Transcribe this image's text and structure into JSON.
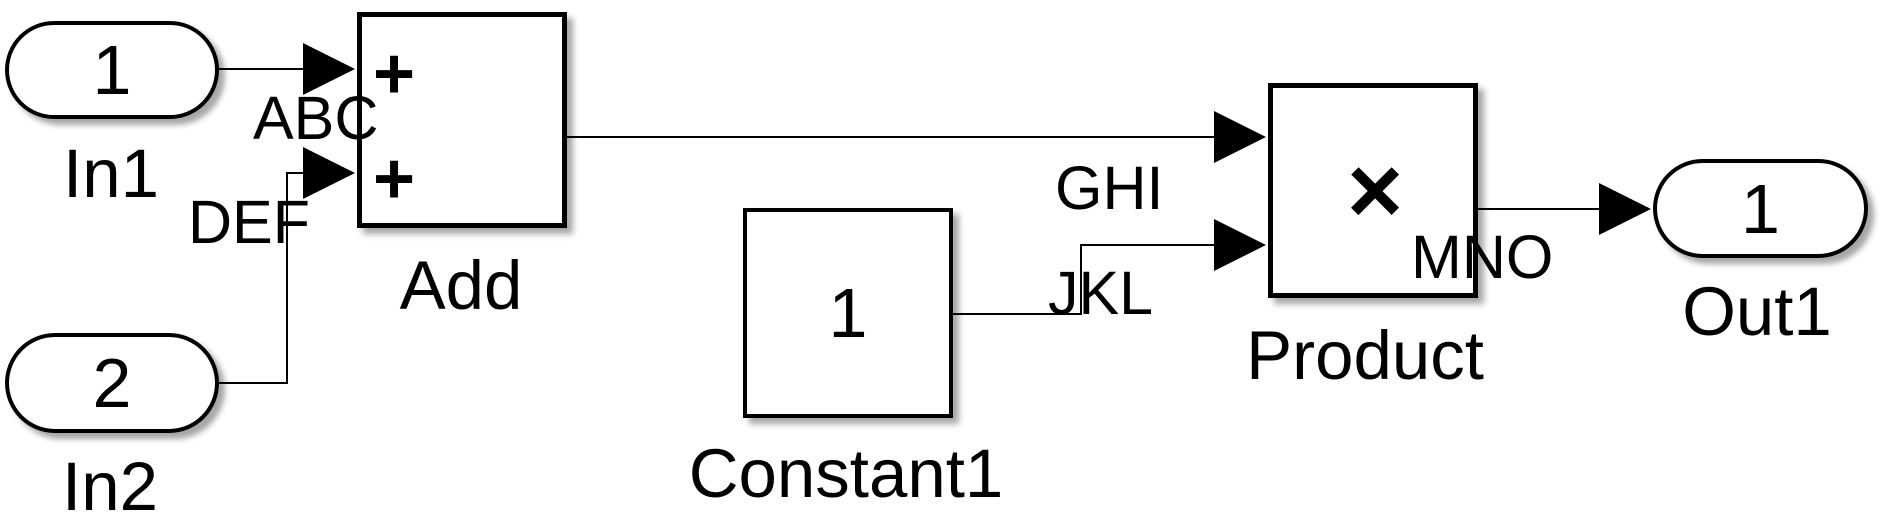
{
  "diagram": {
    "blocks": {
      "in1": {
        "type": "inport",
        "port": "1",
        "name": "In1"
      },
      "in2": {
        "type": "inport",
        "port": "2",
        "name": "In2"
      },
      "add": {
        "type": "sum",
        "name": "Add",
        "inputs": [
          "+",
          "+"
        ]
      },
      "constant1": {
        "type": "constant",
        "value": "1",
        "name": "Constant1"
      },
      "product": {
        "type": "product",
        "operator": "×",
        "name": "Product"
      },
      "out1": {
        "type": "outport",
        "port": "1",
        "name": "Out1"
      }
    },
    "signals": {
      "abc": "ABC",
      "def": "DEF",
      "ghi": "GHI",
      "jkl": "JKL",
      "mno": "MNO"
    },
    "colors": {
      "line": "#000000",
      "block_fill": "#ffffff",
      "background": "#ffffff",
      "shadow": "rgba(0,0,0,0.35)"
    }
  }
}
